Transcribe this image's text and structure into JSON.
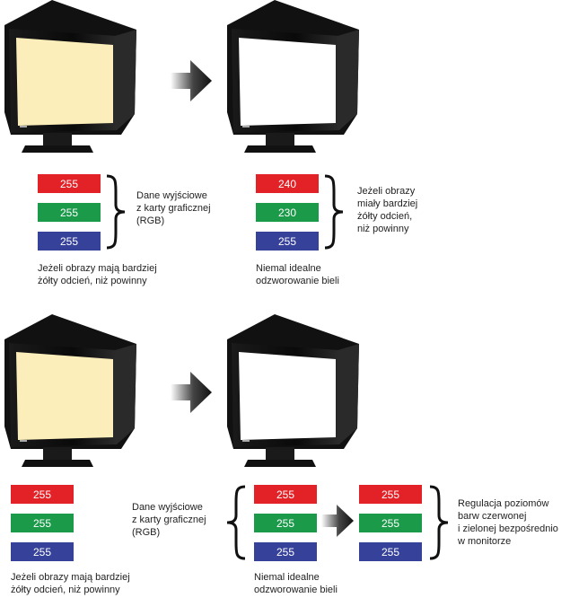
{
  "top": {
    "left_values": [
      "255",
      "255",
      "255"
    ],
    "left_label": [
      "Dane wyjściowe",
      "z karty graficznej",
      "(RGB)"
    ],
    "left_caption": [
      "Jeżeli obrazy mają bardziej",
      "żółty odcień, niż powinny"
    ],
    "right_values": [
      "240",
      "230",
      "255"
    ],
    "right_label": [
      "Jeżeli obrazy",
      "miały bardziej",
      "żółty odcień,",
      "niż powinny"
    ],
    "right_caption": [
      "Niemal idealne",
      "odzworowanie bieli"
    ]
  },
  "bottom": {
    "left_values": [
      "255",
      "255",
      "255"
    ],
    "left_label": [
      "Dane wyjściowe",
      "z karty graficznej",
      "(RGB)"
    ],
    "left_caption": [
      "Jeżeli obrazy mają bardziej",
      "żółty odcień, niż powinny"
    ],
    "mid_values": [
      "255",
      "255",
      "255"
    ],
    "right_values": [
      "255",
      "255",
      "255"
    ],
    "right_label": [
      "Regulacja poziomów",
      "barw czerwonej",
      "i zielonej bezpośrednio",
      "w monitorze"
    ],
    "mid_caption": [
      "Niemal idealne",
      "odzworowanie bieli"
    ]
  },
  "colors": {
    "red": "#e32228",
    "green": "#1b9a4a",
    "blue": "#36419a",
    "yellowish_screen": "#fbeeba",
    "white_screen": "#ffffff",
    "bezel": "#0d0d0d"
  },
  "icons": [
    "monitor-yellow",
    "monitor-white",
    "arrow-right",
    "curly-brace"
  ]
}
